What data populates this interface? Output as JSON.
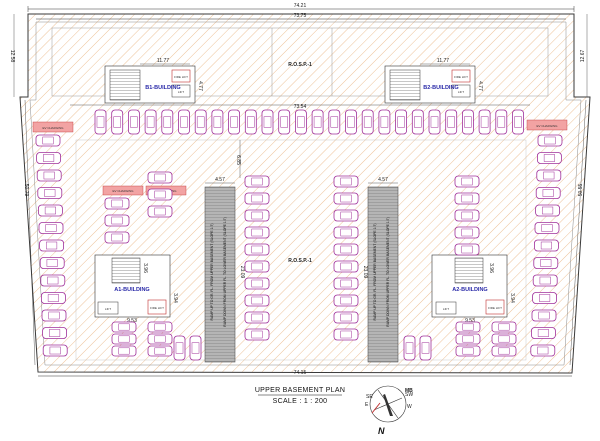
{
  "drawing": {
    "title": "UPPER  BASEMENT PLAN",
    "scale": "SCALE : 1 : 200",
    "north_label": "N",
    "north_sub": "MB"
  },
  "dimensions": {
    "top_outer": "74.21",
    "top_inner": "73.75",
    "bottom": "74.15",
    "left_upper": "12.58",
    "right_upper": "12.67",
    "left_main": "50.79",
    "right_main": "50.55",
    "b1_width": "11.77",
    "b2_width": "11.77",
    "b1_depth": "4.77",
    "b2_depth": "4.77",
    "row_width": "73.54",
    "center_drop": "6.85",
    "ramp1_width": "4.57",
    "ramp2_width": "4.57",
    "ramp1_len": "23.09",
    "ramp2_len": "23.09",
    "a1_depth": "3.96",
    "a2_depth": "3.96",
    "a1_side": "3.94",
    "a2_side": "3.94",
    "a1_width": "9.53",
    "a2_width": "9.53"
  },
  "labels": {
    "rosp_top": "R.O.S.P.-1",
    "rosp_mid": "R.O.S.P.-1",
    "b1_building": "B1-BUILDING",
    "b2_building": "B2-BUILDING",
    "a1_building": "A1-BUILDING",
    "a2_building": "A2-BUILDING",
    "fire_lift": "FIRE LIFT",
    "lift": "LIFT",
    "ramp_up": "RAMP UP TO GR. FL. FROM UPPER BASEMENT (SLOPE 1:7)",
    "ramp_down": "RAMP DOWN FROM UPPER FL. TO LOWER BASEMENT (SLOPE 1:7)",
    "ev": "EV CHARGING"
  }
}
